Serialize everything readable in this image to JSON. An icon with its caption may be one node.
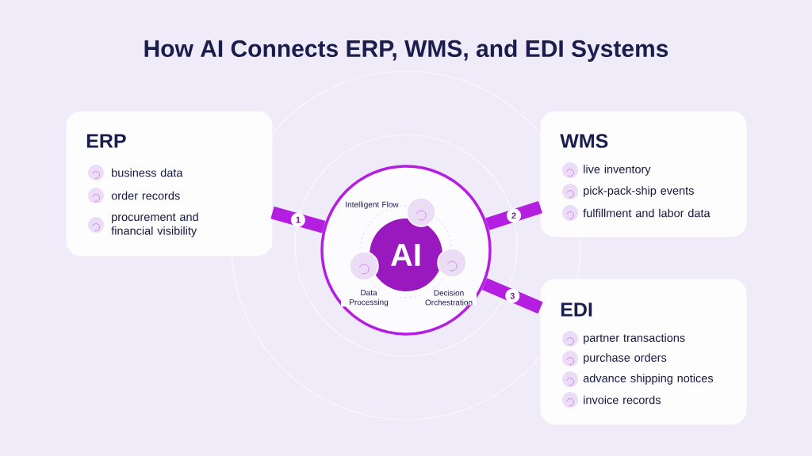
{
  "diagram": {
    "title": "How AI Connects ERP, WMS, and EDI Systems",
    "nodes": [
      {
        "text": [
          "ERP",
          "business data",
          "order records",
          "procurement and financial visibility"
        ]
      },
      {
        "text": [],
        "shape": "circle"
      },
      {
        "text": [
          "AI"
        ],
        "in": 1
      },
      {
        "text": [
          "Intelligent Flow"
        ],
        "in": 1
      },
      {
        "text": [
          "Data Processing"
        ],
        "in": 1
      },
      {
        "text": [
          "Decision Orchestration"
        ],
        "in": 1
      },
      {
        "text": [
          "WMS",
          "live inventory",
          "pick-pack-ship events",
          "fulfillment and labor data"
        ]
      },
      {
        "text": [
          "EDI",
          "partner transactions",
          "purchase orders",
          "advance shipping notices",
          "invoice records"
        ]
      }
    ],
    "edges": [
      {
        "from": 1,
        "to": 0,
        "arrow": "none",
        "label": "1"
      },
      {
        "from": 1,
        "to": 6,
        "arrow": "none",
        "label": "2"
      },
      {
        "from": 1,
        "to": 7,
        "arrow": "none",
        "label": "3"
      }
    ]
  }
}
